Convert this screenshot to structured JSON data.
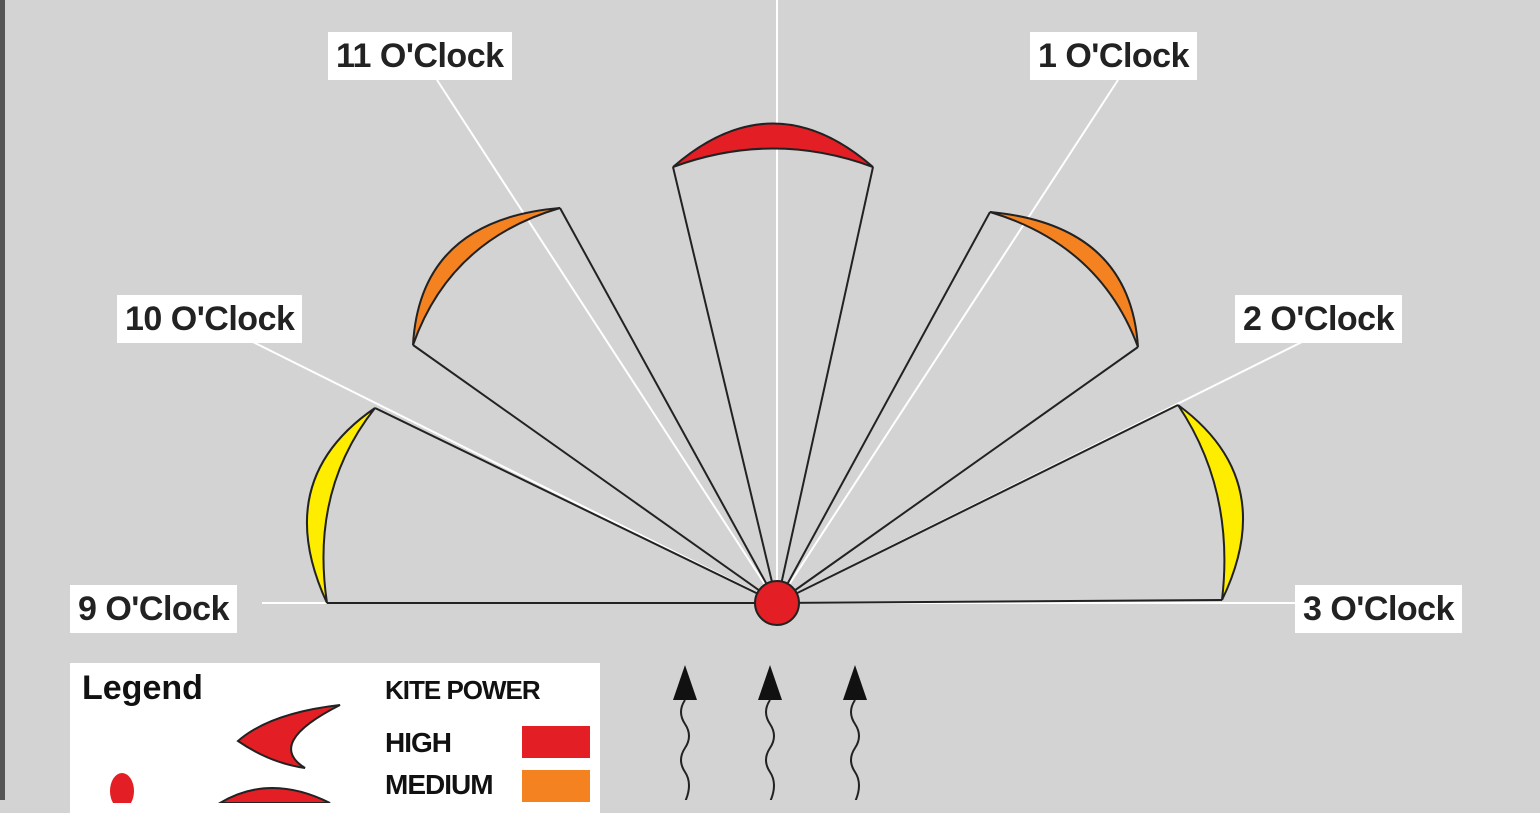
{
  "labels": {
    "nine": "9 O'Clock",
    "ten": "10 O'Clock",
    "eleven": "11 O'Clock",
    "one": "1 O'Clock",
    "two": "2 O'Clock",
    "three": "3 O'Clock"
  },
  "legend": {
    "title": "Legend",
    "kite_power_title": "KITE POWER",
    "levels": [
      {
        "label": "HIGH",
        "color": "#e31e24"
      },
      {
        "label": "MEDIUM",
        "color": "#f58220"
      }
    ]
  },
  "colors": {
    "high": "#e31e24",
    "medium": "#f58220",
    "low": "#ffed00",
    "background": "#d3d3d3"
  }
}
